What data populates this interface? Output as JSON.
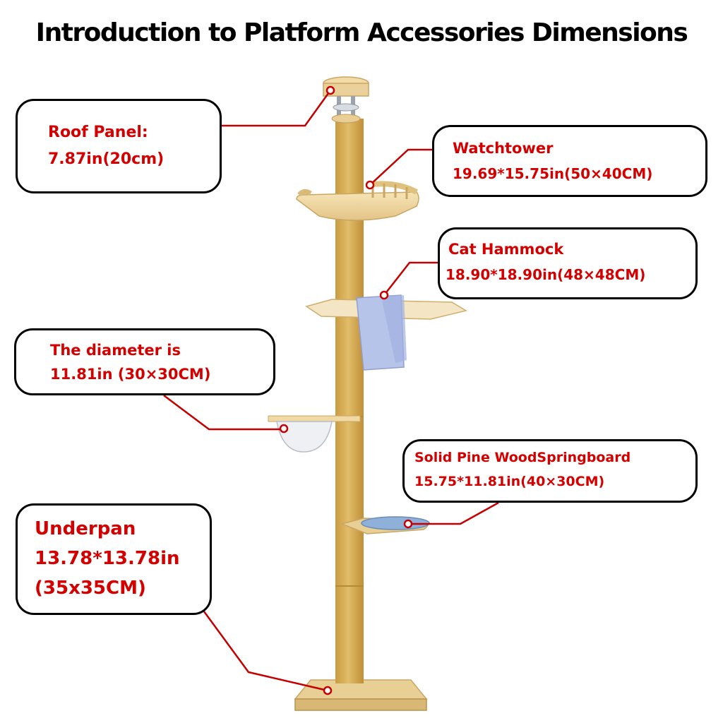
{
  "title": "Introduction to Platform Accessories Dimensions",
  "callouts": {
    "roof_panel": {
      "line1": "Roof Panel:",
      "line2": "7.87in(20cm)"
    },
    "watchtower": {
      "line1": "Watchtower",
      "line2": "19.69*15.75in(50×40CM)"
    },
    "cat_hammock": {
      "line1": "Cat Hammock",
      "line2": "18.90*18.90in(48×48CM)"
    },
    "diameter": {
      "line1": "The diameter is",
      "line2": "11.81in (30×30CM)"
    },
    "springboard": {
      "line1": "Solid Pine WoodSpringboard",
      "line2": "15.75*11.81in(40×30CM)"
    },
    "underpan": {
      "line1": "Underpan",
      "line2": "13.78*13.78in",
      "line3": "(35x35CM)"
    }
  },
  "colors": {
    "callout_text": "#d40000",
    "leader_line": "#c40000",
    "sisal": "#d9b25a",
    "pine": "#f1d9a2",
    "hammock": "#b7c4ea"
  }
}
